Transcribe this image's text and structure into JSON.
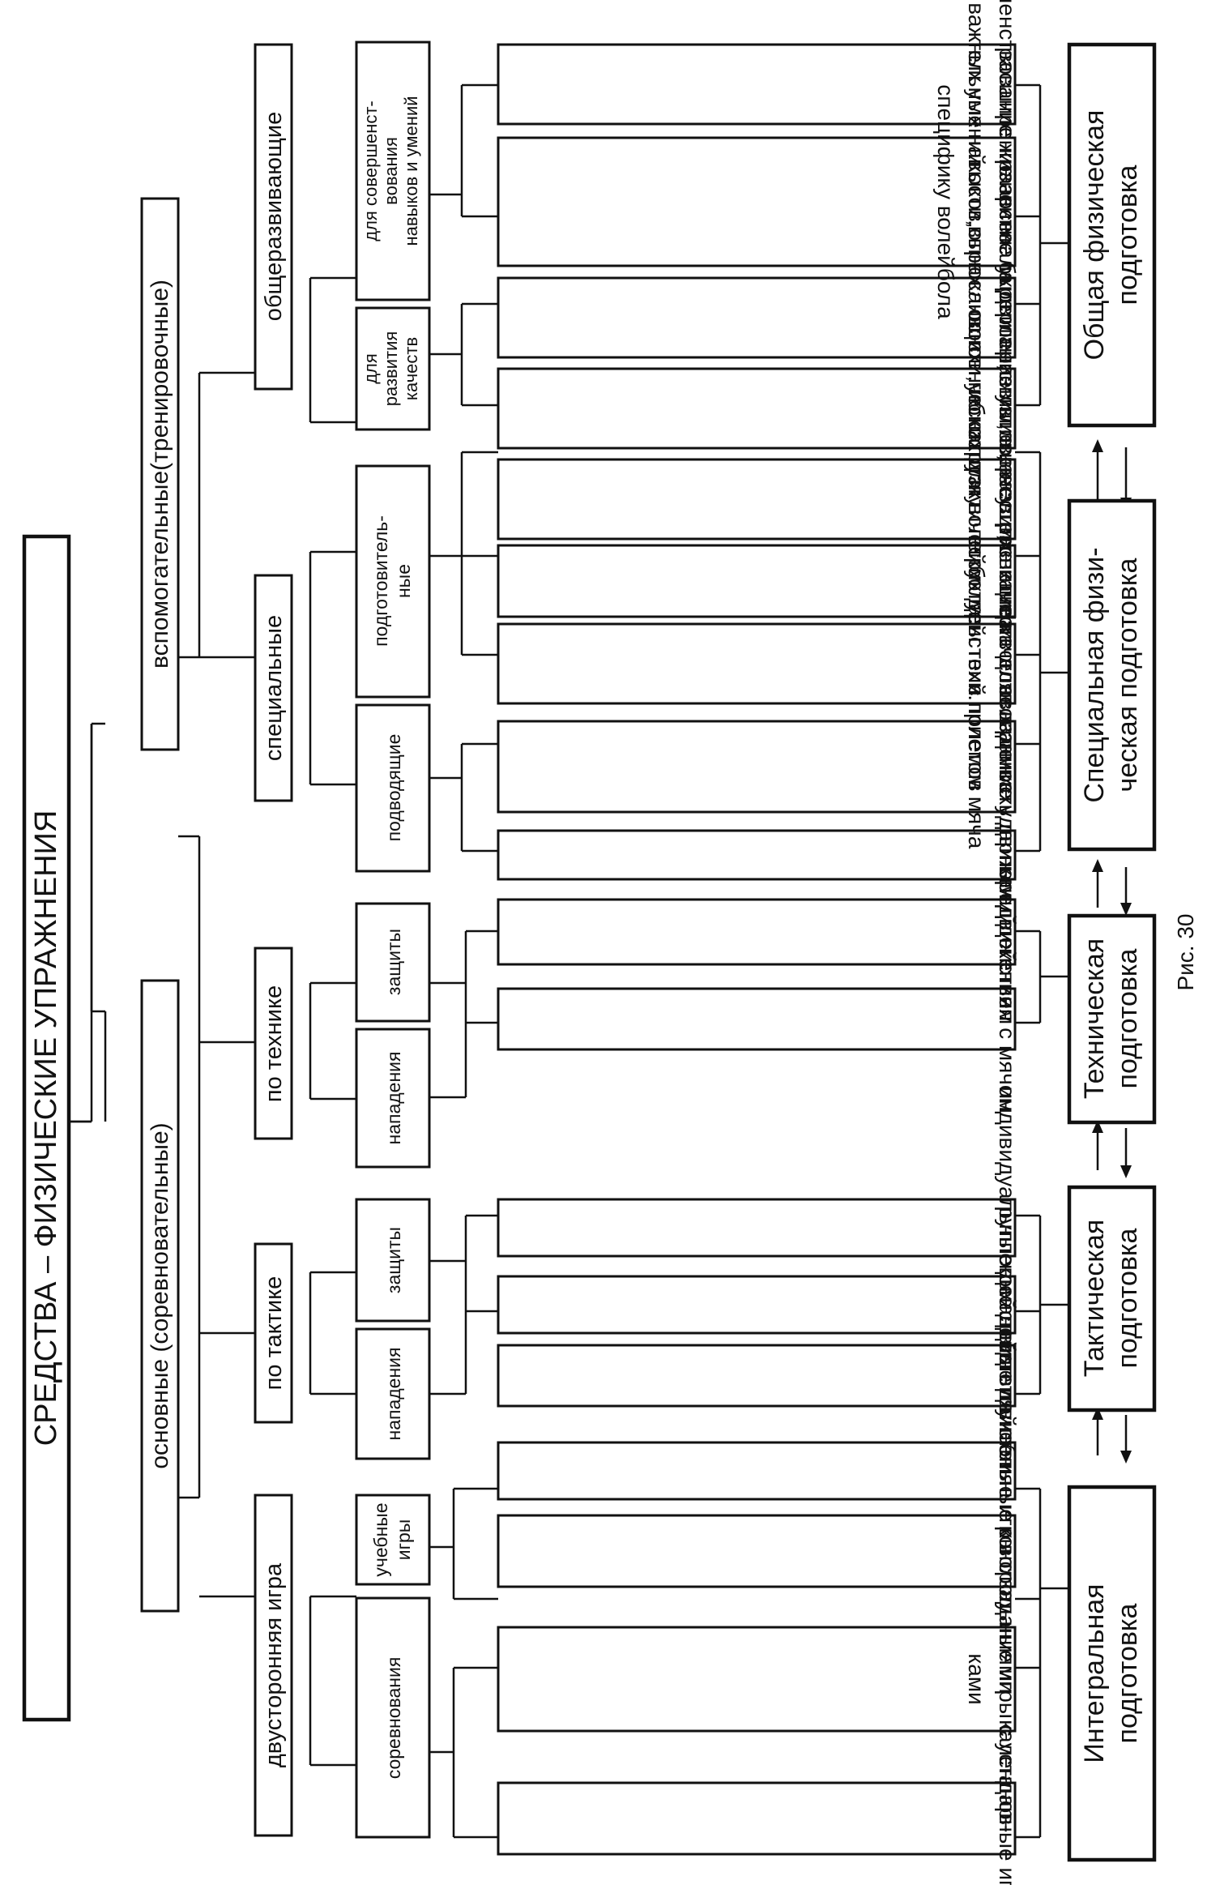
{
  "diagram": {
    "title": "СРЕДСТВА – ФИЗИЧЕСКИЕ УПРАЖНЕНИЯ",
    "caption": "Рис. 30",
    "groups": {
      "main": "основные (соревновательные)",
      "auxiliary": "вспомогательные(тренировочные)"
    },
    "subgroups": {
      "two_sided_game": "двусторонняя игра",
      "by_tactics": "по тактике",
      "by_technique": "по технике",
      "special": "специальные",
      "general": "общеразвивающие"
    },
    "categories": {
      "competitions": "соревнования",
      "training_games_1": "учебные",
      "training_games_2": "игры",
      "attack_tactics": "нападения",
      "defense_tactics": "защиты",
      "attack_technique": "нападения",
      "defense_technique": "защиты",
      "leading": "подводящие",
      "preparatory_1": "подготовитель-",
      "preparatory_2": "ные",
      "dev_qualities_1": "для",
      "dev_qualities_2": "развития",
      "dev_qualities_3": "качеств",
      "skills_1": "для совершенст-",
      "skills_2": "вования",
      "skills_3": "навыков и умений"
    },
    "items": {
      "calendar_games": "календарные игры",
      "control_games_1": "контрольные игры с установ-",
      "control_games_2": "ками",
      "training_tasks": "учебные игры с заданиями",
      "preparatory_volley": "подготовительные к вол-лу",
      "team_actions": "командные действия",
      "group_actions": "групповые действия",
      "individual_actions": "индивидуальные действия",
      "ball_actions": "действия с мячом",
      "movements": "передвижения",
      "striking": "овладение ударным движением",
      "coordination_1": "на согласованность движений",
      "coordination_2": "с полетом мяча",
      "tech_dev_1": "развитие качеств в рамках",
      "tech_dev_2": "структуры техн.приемов",
      "tactical_dev_1": "развитие качеств для",
      "tactical_dev_2": "тактических действий",
      "specific_dev_1": "развитие качеств, специфи-",
      "specific_dev_2": "ческих для волейбола",
      "joints_1": "укрепление узлов,несущих",
      "joints_2": "основную нагрузку",
      "physical_dev_1": "развитие быстроты,силы,лов-",
      "physical_dev_2": "кости,выносливости,гибкости",
      "arsenal_1": "расширение арсенала двига-",
      "arsenal_2": "тельных навыков,отражающих",
      "arsenal_3": "специфику волейбола",
      "vital_1": "совершенствование жизненно",
      "vital_2": "важных умений"
    },
    "training_types": {
      "integral_1": "Интегральная",
      "integral_2": "подготовка",
      "tactical_1": "Тактическая",
      "tactical_2": "подготовка",
      "technical_1": "Техническая",
      "technical_2": "подготовка",
      "special_phys_1": "Специальная физи-",
      "special_phys_2": "ческая подготовка",
      "general_phys_1": "Общая физическая",
      "general_phys_2": "подготовка"
    }
  }
}
